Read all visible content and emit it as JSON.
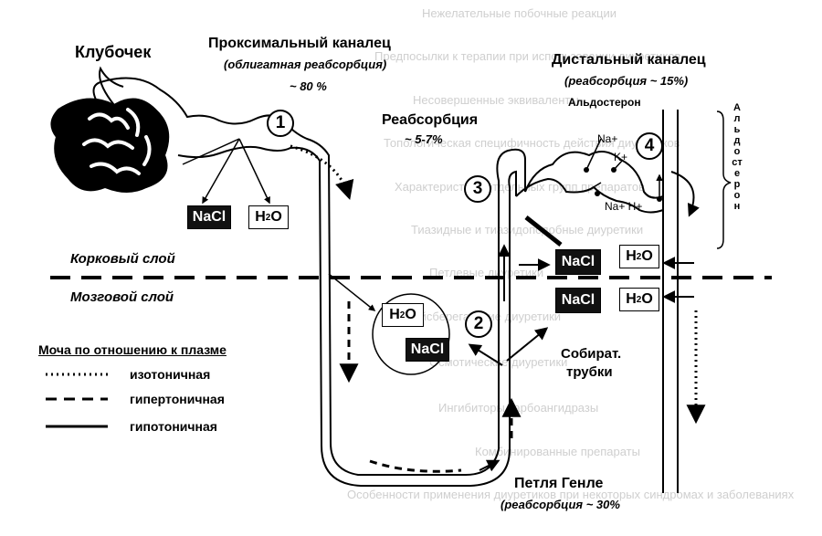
{
  "background_lines": [
    "Нежелательные побочные реакции",
    "Предпосылки к терапии при использовании диуретиков",
    "Несовершенные эквиваленты",
    "Топологическая специфичность действия диуретиков",
    "Характеристика отдельных групп препаратов",
    "Тиазидные и тиазидоподобные диуретики",
    "Петлевые диуретики",
    "Калийсберегающие диуретики",
    "Осмотические диуретики",
    "Ингибиторы карбоангидразы",
    "Комбинированные препараты",
    "Особенности применения диуретиков при некоторых синдромах и заболеваниях"
  ],
  "labels": {
    "glomerulus": "Клубочек",
    "proximal_title": "Проксимальный каналец",
    "proximal_sub": "(облигатная реабсорбция)",
    "proximal_pct": "~ 80 %",
    "reabs_title": "Реабсорбция",
    "reabs_pct": "~ 5-7%",
    "distal_title": "Дистальный каналец",
    "distal_sub": "(реабсорбция ~ 15%)",
    "aldosterone_h": "Альдостерон",
    "aldosterone_v": "Альдостерон",
    "cortex": "Корковый слой",
    "medulla": "Мозговой слой",
    "collect_1": "Собират.",
    "collect_2": "трубки",
    "henle_title": "Петля Генле",
    "henle_sub": "(реабсорбция ~ 30%"
  },
  "badges": {
    "nacl": "NaCl",
    "h2o_main": "H",
    "h2o_sub": "2",
    "h2o_tail": "O"
  },
  "ions": {
    "na_plus": "Na+",
    "k_plus": "K+",
    "na_h": "Na+ H+"
  },
  "segments": [
    "1",
    "2",
    "3",
    "4"
  ],
  "legend": {
    "title": "Моча по отношению к плазме",
    "items": [
      {
        "style": "dotted",
        "label": "изотоничная"
      },
      {
        "style": "dashed",
        "label": "гипертоничная"
      },
      {
        "style": "solid",
        "label": "гипотоничная"
      }
    ]
  }
}
